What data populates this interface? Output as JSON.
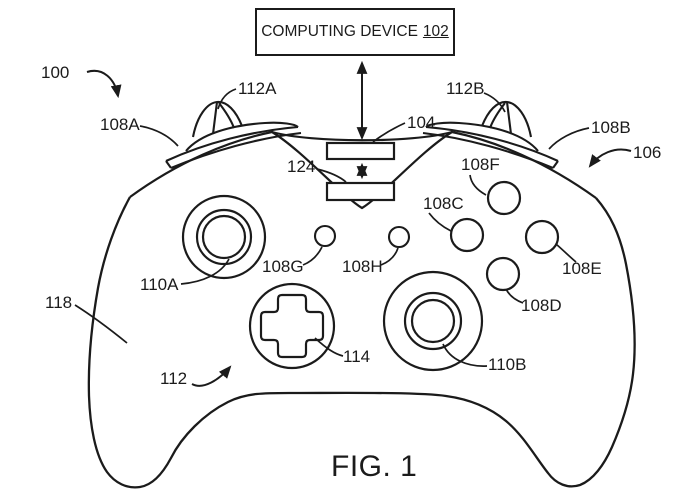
{
  "colors": {
    "line": "#1b1b1b",
    "background": "#ffffff",
    "text": "#1b1b1b"
  },
  "title_box": {
    "label": "COMPUTING DEVICE",
    "ref_number": "102"
  },
  "fig_caption": "FIG. 1",
  "reference_labels": {
    "r100": "100",
    "r112A": "112A",
    "r112B": "112B",
    "r104": "104",
    "r108A": "108A",
    "r108B": "108B",
    "r106": "106",
    "r124": "124",
    "r108F": "108F",
    "r108C": "108C",
    "r108G": "108G",
    "r108H": "108H",
    "r108E": "108E",
    "r108D": "108D",
    "r110A": "110A",
    "r118": "118",
    "r112": "112",
    "r114": "114",
    "r110B": "110B"
  }
}
